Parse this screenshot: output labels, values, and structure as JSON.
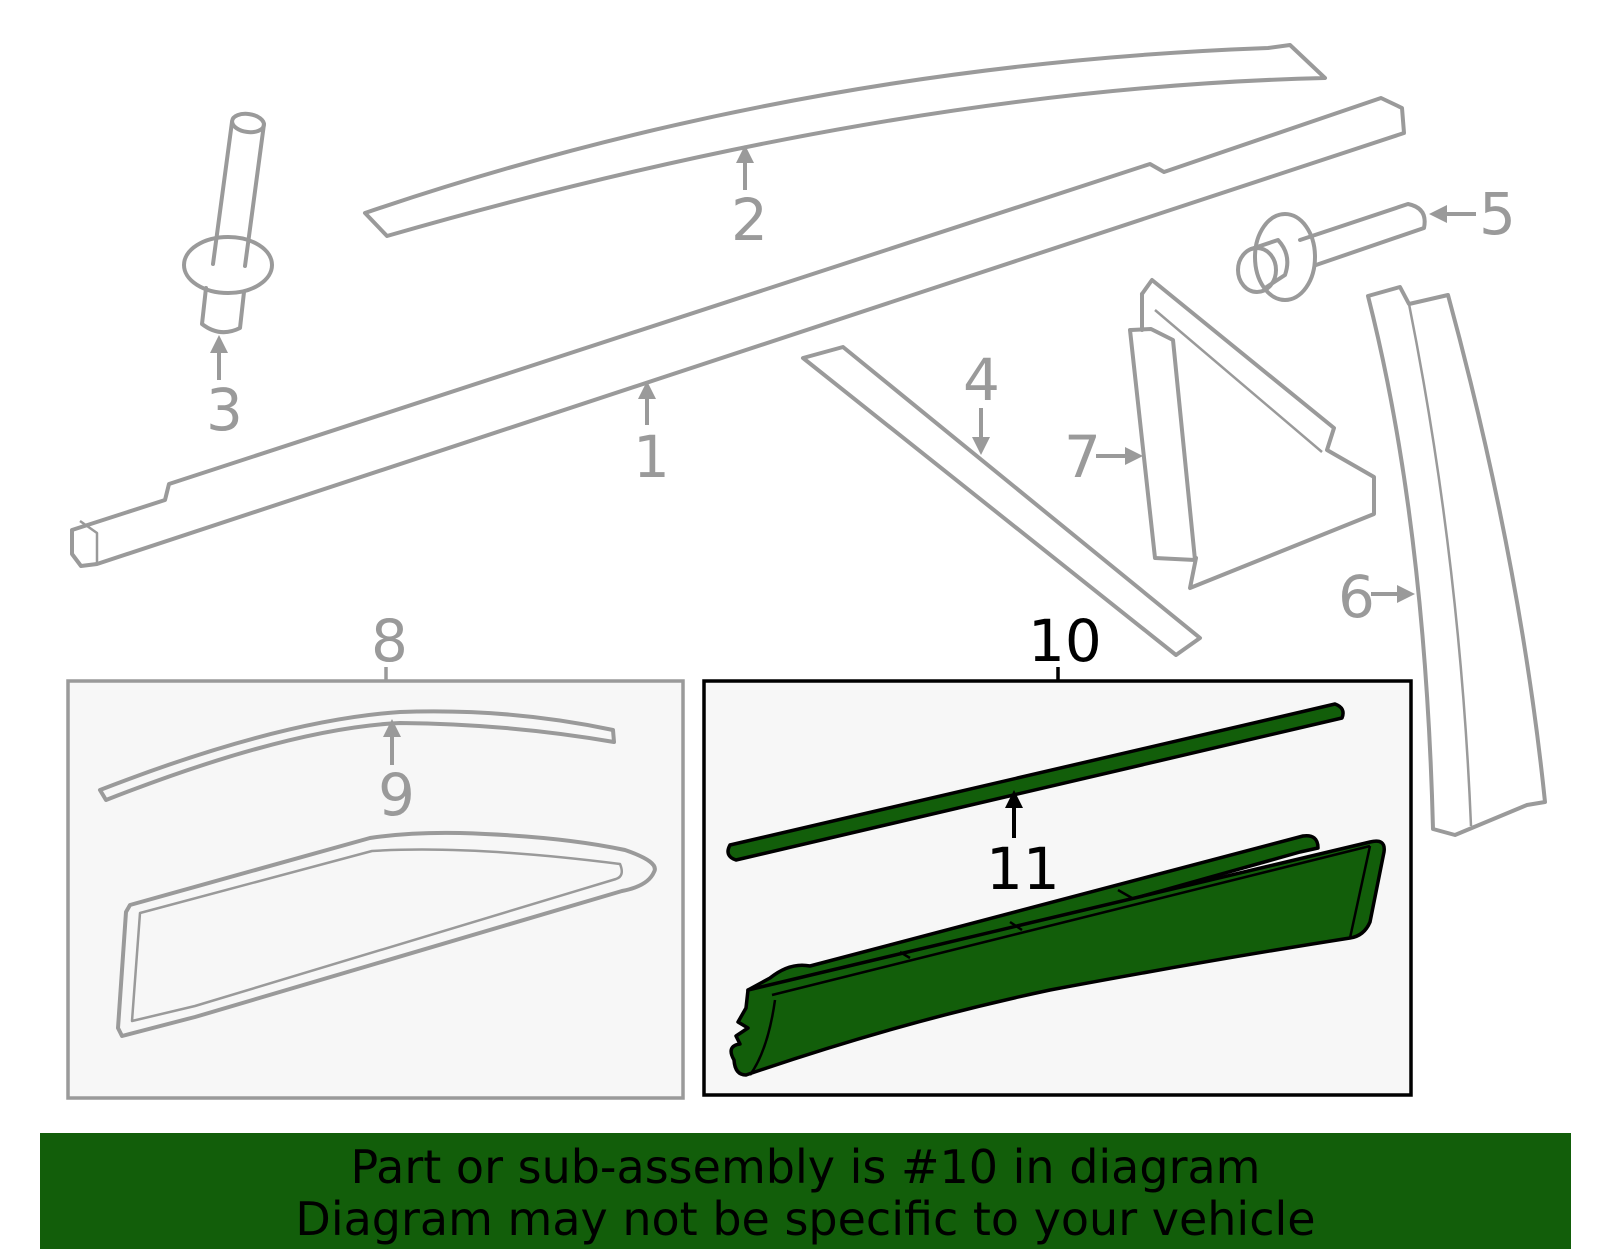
{
  "callouts": {
    "n1": "1",
    "n2": "2",
    "n3": "3",
    "n4": "4",
    "n5": "5",
    "n6": "6",
    "n7": "7",
    "n8": "8",
    "n9": "9",
    "n10": "10",
    "n11": "11"
  },
  "colors": {
    "part_outline": "#9a9a9a",
    "highlight_green": "#125e0a",
    "box_fill": "#f7f7f7"
  },
  "footer": {
    "line1": "Part or sub-assembly is #10 in diagram",
    "line2": "Diagram may not be specific to your vehicle"
  }
}
